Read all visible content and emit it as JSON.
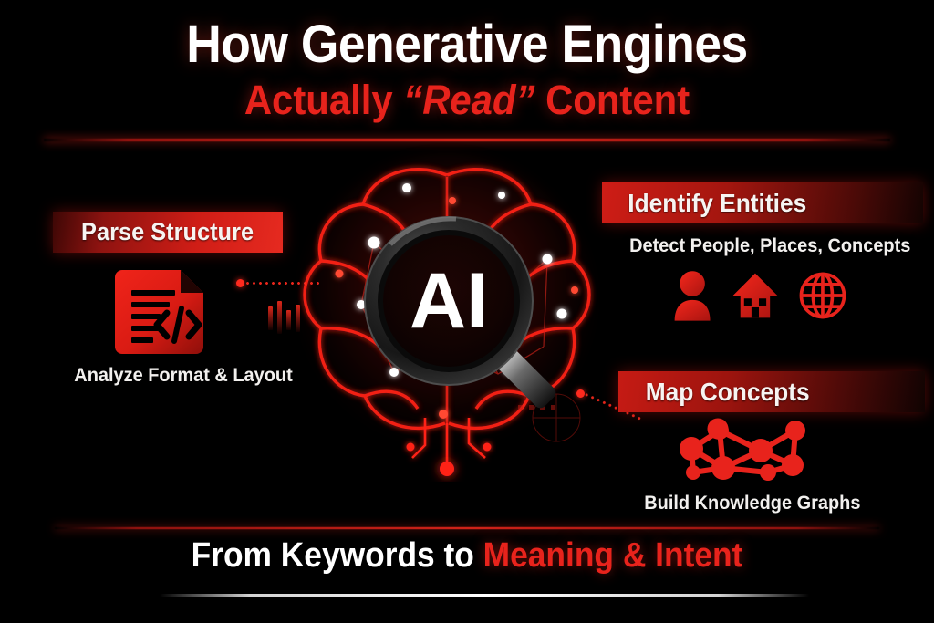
{
  "title": {
    "line1": "How Generative Engines",
    "line2_pre": "Actually ",
    "line2_quoted": "“Read”",
    "line2_post": " Content"
  },
  "center": {
    "label": "AI",
    "brain_icon": "brain-network-icon",
    "magnifier_icon": "magnifying-glass-icon"
  },
  "panels": {
    "parse": {
      "heading": "Parse Structure",
      "caption": "Analyze Format & Layout",
      "icon": "document-code-icon"
    },
    "identify": {
      "heading": "Identify Entities",
      "caption": "Detect People, Places, Concepts",
      "icons": [
        "person-icon",
        "house-icon",
        "globe-icon"
      ]
    },
    "map": {
      "heading": "Map Concepts",
      "caption": "Build Knowledge Graphs",
      "icon": "knowledge-graph-icon"
    }
  },
  "footer": {
    "pre": "From Keywords to ",
    "accent": "Meaning & Intent"
  },
  "colors": {
    "background": "#000000",
    "accent_red": "#e8231c",
    "bright_red": "#ff2a1e",
    "dark_red": "#3d0705",
    "text_white": "#ffffff"
  }
}
